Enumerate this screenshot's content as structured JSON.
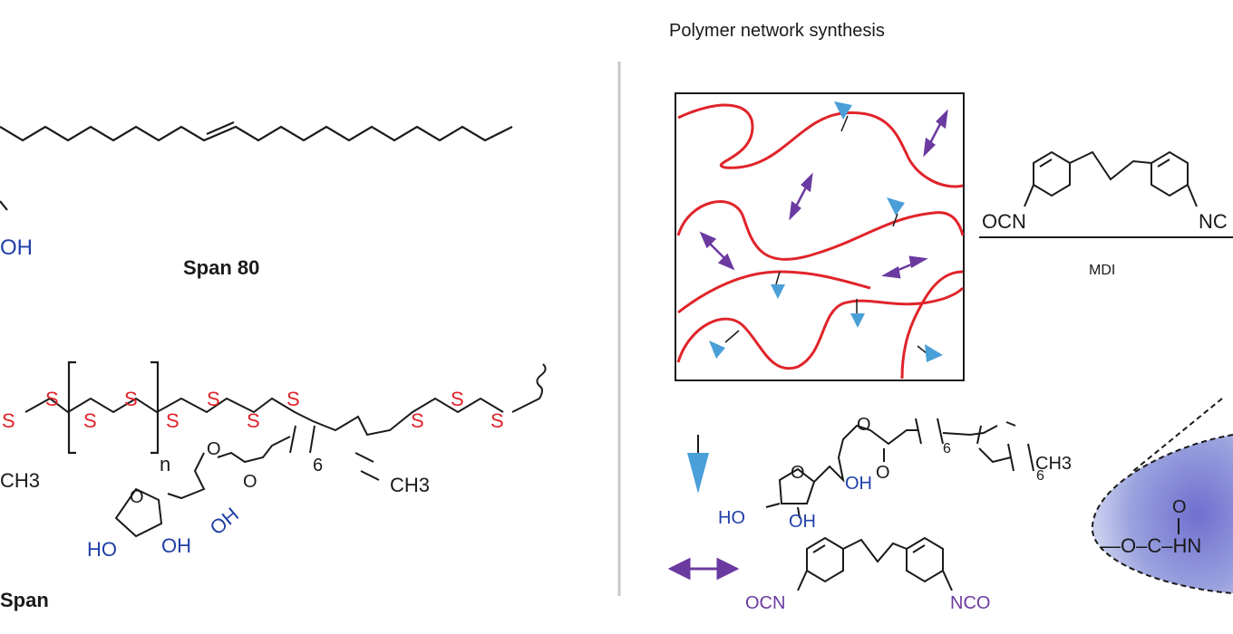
{
  "header": {
    "title": "Polymer network synthesis"
  },
  "left_panel": {
    "oh_label": "OH",
    "span80_label": "Span 80",
    "s_labels": [
      "S",
      "S",
      "S",
      "S",
      "S",
      "S",
      "S",
      "S",
      "S",
      "S",
      "S"
    ],
    "n_subscript": "n",
    "subscript_6": "6",
    "ch3_left": "CH3",
    "ch3_right": "CH3",
    "oh_blue_1": "OH",
    "oh_blue_2": "OH",
    "ho_blue": "HO",
    "ring_o": "O",
    "ester_o_1": "O",
    "ester_o_2": "O",
    "span_label": "Span"
  },
  "right_panel": {
    "ocn_label": "OCN",
    "nco_label": "NC",
    "mdi_label": "MDI",
    "legend_ch3": "CH3",
    "legend_subscript_6a": "6",
    "legend_subscript_6b": "6",
    "legend_oh_1": "OH",
    "legend_oh_2": "OH",
    "legend_ho": "HO",
    "legend_ring_o": "O",
    "legend_ester_o_1": "O",
    "legend_ester_o_2": "O",
    "legend_ocn": "OCN",
    "legend_nco": "NCO",
    "urethane": "—O–C–HN",
    "urethane_o": "O"
  },
  "colors": {
    "polymer_chain": "#e0242a",
    "crosslink_span": "#4a9fd8",
    "crosslink_mdi": "#6b3aa0",
    "hydroxyl": "#1f3fa8",
    "bubble": "#8a8fd6"
  }
}
